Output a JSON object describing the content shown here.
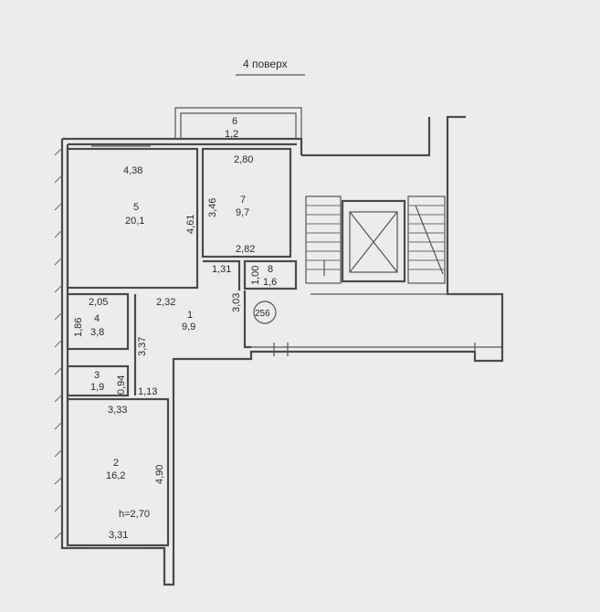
{
  "floor_label": "4 поверх",
  "building_mark": "256",
  "ceiling_height": "h=2,70",
  "rooms": [
    {
      "id": "1",
      "area": "9,9"
    },
    {
      "id": "2",
      "area": "16,2"
    },
    {
      "id": "3",
      "area": "1,9"
    },
    {
      "id": "4",
      "area": "3,8"
    },
    {
      "id": "5",
      "area": "20,1"
    },
    {
      "id": "6",
      "area": "1,2"
    },
    {
      "id": "7",
      "area": "9,7"
    },
    {
      "id": "8",
      "area": "1,6"
    }
  ],
  "dimensions": {
    "r5_width": "4,38",
    "r5_depth": "4,61",
    "r7_top": "2,80",
    "r7_side": "3,46",
    "r7_bottom": "2,82",
    "r8_width": "1,31",
    "r8_side": "1,00",
    "corridor_side": "3,03",
    "r4_width": "2,05",
    "r4_side": "1,86",
    "hall_width": "2,32",
    "hall_side": "3,37",
    "r3_side": "0,94",
    "r3_width": "1,13",
    "r2_top": "3,33",
    "r2_side": "4,90",
    "r2_bottom": "3,31"
  },
  "colors": {
    "paper": "#ececea",
    "ink": "#4a4a4a",
    "text": "#2b2b2b"
  }
}
